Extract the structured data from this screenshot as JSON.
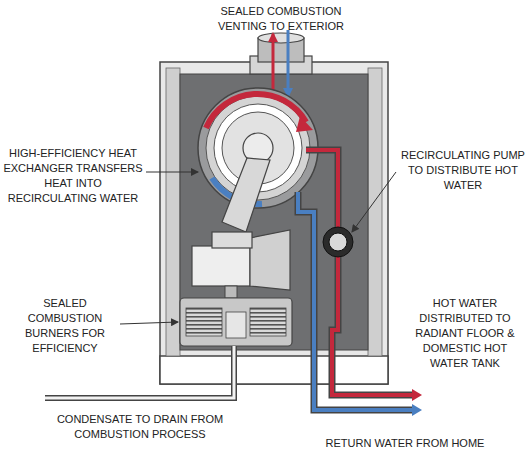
{
  "diagram": {
    "labels": [
      "SEALED COMBUSTION VENTING TO EXTERIOR",
      "HIGH-EFFICIENCY HEAT EXCHANGER TRANSFERS HEAT INTO RECIRCULATING WATER",
      "RECIRCULATING PUMP TO DISTRIBUTE HOT WATER",
      "SEALED COMBUSTION BURNERS FOR EFFICIENCY",
      "HOT WATER DISTRIBUTED TO RADIANT FLOOR & DOMESTIC HOT WATER TANK",
      "CONDENSATE TO DRAIN FROM COMBUSTION PROCESS",
      "RETURN WATER FROM HOME"
    ]
  }
}
